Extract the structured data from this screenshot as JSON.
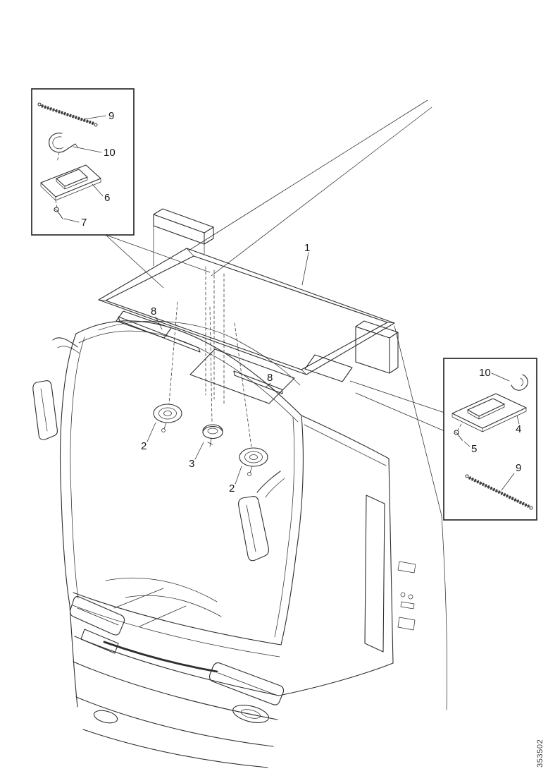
{
  "doc_number": "353502",
  "colors": {
    "ink": "#2e2e2e",
    "background": "#ffffff"
  },
  "callouts": {
    "main": {
      "roof_panel": "1",
      "strip_left": "8",
      "strip_right": "8",
      "grommet_left": "2",
      "cap_center": "3",
      "grommet_right": "2"
    },
    "inset_top_left": {
      "rod": "9",
      "clip": "10",
      "bracket": "6",
      "screw": "7"
    },
    "inset_right": {
      "clip": "10",
      "bracket": "4",
      "screw": "5",
      "rod": "9"
    }
  }
}
